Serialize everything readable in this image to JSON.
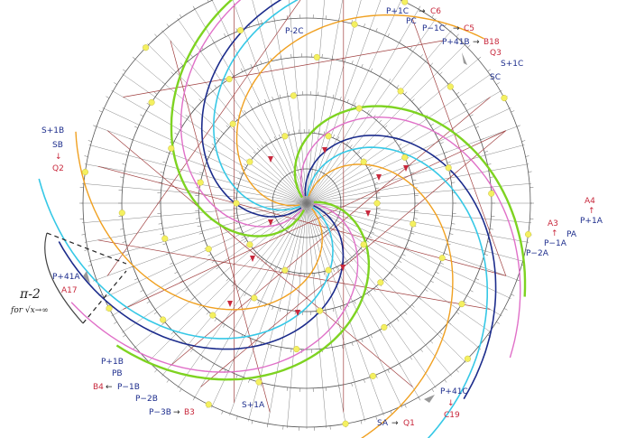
{
  "labels": {
    "p_1c": "P+1C",
    "c6": "C6",
    "pc": "PC",
    "p_minus_1c": "P−1C",
    "c5": "C5",
    "p_2c": "P-2C",
    "p_41b": "P+41B",
    "b18": "B18",
    "q3": "Q3",
    "s_1c": "S+1C",
    "sc": "SC",
    "s_1b": "S+1B",
    "sb": "SB",
    "q2": "Q2",
    "a4": "A4",
    "p_1a": "P+1A",
    "a3": "A3",
    "p_minus_1a": "P−1A",
    "pa": "PA",
    "p_2a": "P−2A",
    "p_41a": "P+41A",
    "a17": "A17",
    "pi_minus_2": "π-2",
    "for_sqrt": "for √x→∞",
    "p_1b": "P+1B",
    "pb": "PB",
    "b4": "B4",
    "p_minus_1b": "P−1B",
    "p_2b": "P−2B",
    "p_3b": "P−3B",
    "b3": "B3",
    "s_1a": "S+1A",
    "sa": "SA",
    "q1": "Q1",
    "p_41c": "P+41C",
    "c19": "C19"
  },
  "colors": {
    "blue": "#1c2c8c",
    "red": "#c8283c",
    "green": "#7ed321",
    "cyan": "#36c8e6",
    "pink": "#e070c8",
    "orange": "#f0a020",
    "brown": "#a04040",
    "yellow": "#f4f060",
    "grey": "#999999"
  }
}
